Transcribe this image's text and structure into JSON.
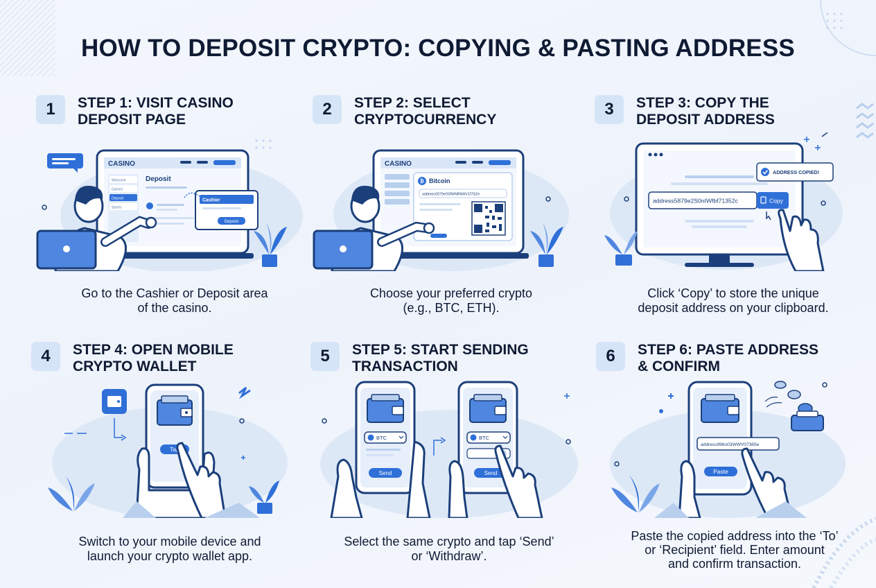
{
  "title": "HOW TO DEPOSIT CRYPTO: COPYING & PASTING ADDRESS",
  "steps": [
    {
      "number": "1",
      "heading": [
        "STEP 1: VISIT CASINO",
        "DEPOSIT PAGE"
      ],
      "caption": [
        "Go to the Cashier or Deposit area",
        "of the casino."
      ],
      "screen": {
        "brand": "CASINO",
        "page_title": "Deposit",
        "menu": [
          "Welcome",
          "Games",
          "Deposit",
          "Sports"
        ],
        "popup_title": "Cashier",
        "popup_button": "Deposit"
      }
    },
    {
      "number": "2",
      "heading": [
        "STEP 2: SELECT",
        "CRYPTOCURRENCY"
      ],
      "caption": [
        "Choose your preferred crypto",
        "(e.g., BTC, ETH)."
      ],
      "screen": {
        "brand": "CASINO",
        "coin_name": "Bitcoin",
        "address": "addreec0079e0SfWNftNWV1f7i52e"
      }
    },
    {
      "number": "3",
      "heading": [
        "STEP 3: COPY THE",
        "DEPOSIT ADDRESS"
      ],
      "caption": [
        "Click ‘Copy’ to store the unique",
        "deposit address on your clipboard."
      ],
      "screen": {
        "address": "address5879e2S0nIWfbf71352c",
        "copy_label": "Copy",
        "toast": "ADDRESS COPIED!"
      }
    },
    {
      "number": "4",
      "heading": [
        "STEP 4: OPEN MOBILE",
        "CRYPTO WALLET"
      ],
      "caption": [
        "Switch to your mobile device and",
        "launch your crypto wallet app."
      ],
      "screen": {
        "tap_label": "Tap"
      }
    },
    {
      "number": "5",
      "heading": [
        "STEP 5: START SENDING",
        "TRANSACTION"
      ],
      "caption": [
        "Select the same crypto and tap ‘Send’",
        "or ‘Withdraw’."
      ],
      "screen": {
        "coin": "BTC",
        "send_label": "Send"
      }
    },
    {
      "number": "6",
      "heading": [
        "STEP 6: PASTE ADDRESS",
        "& CONFIRM"
      ],
      "caption": [
        "Paste the copied address into the ‘To’",
        "or ‘Recipient’ field. Enter amount",
        "and confirm transaction."
      ],
      "screen": {
        "address": "address996o03WWV07365e",
        "paste_label": "Paste"
      }
    }
  ],
  "colors": {
    "primary": "#2f6fd8",
    "dark": "#1b3f7a",
    "light": "#d6e4f7",
    "blob": "#dde8f7",
    "ink": "#0f1a33"
  }
}
